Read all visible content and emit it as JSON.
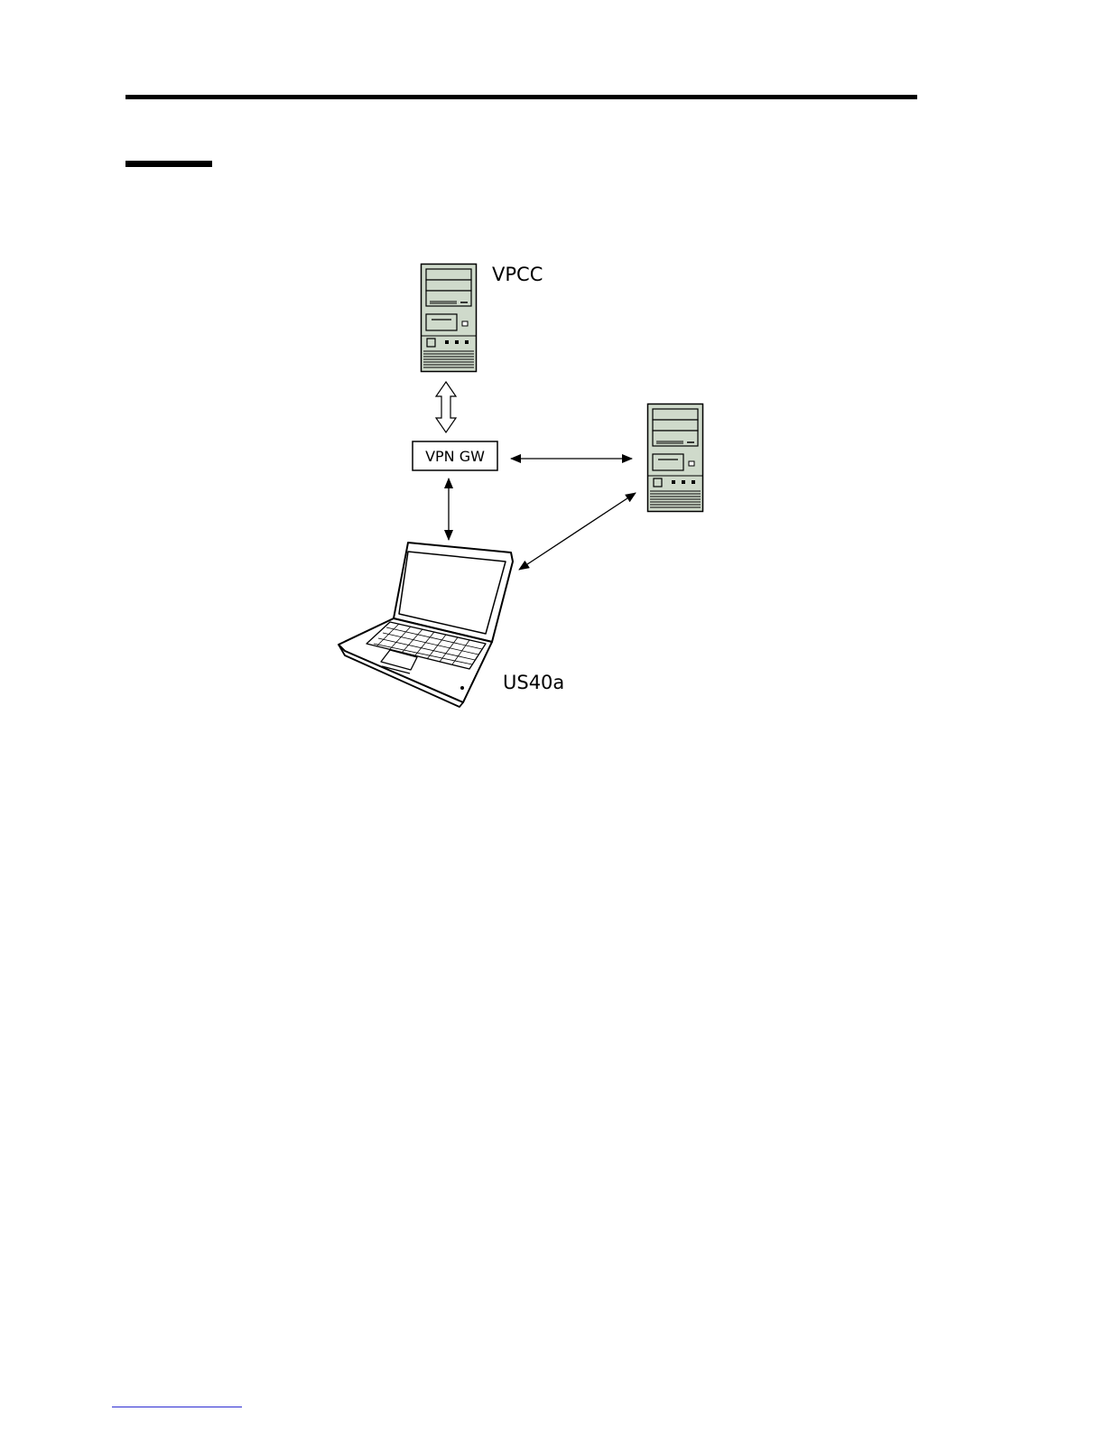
{
  "diagram": {
    "nodes": {
      "vpcc": {
        "label": "VPCC",
        "icon": "tower-server-icon"
      },
      "vpn_gw": {
        "label": "VPN GW"
      },
      "server_right": {
        "label": "",
        "icon": "tower-server-icon"
      },
      "laptop": {
        "label": "US40a",
        "icon": "laptop-icon"
      }
    },
    "edges": [
      {
        "from": "vpcc",
        "to": "vpn_gw",
        "style": "double-hollow-arrow"
      },
      {
        "from": "vpn_gw",
        "to": "server_right",
        "style": "double-arrow"
      },
      {
        "from": "vpn_gw",
        "to": "laptop",
        "style": "double-arrow"
      },
      {
        "from": "laptop",
        "to": "server_right",
        "style": "double-arrow"
      }
    ],
    "colors": {
      "server_body": "#cfdacb",
      "line": "#000000"
    }
  }
}
